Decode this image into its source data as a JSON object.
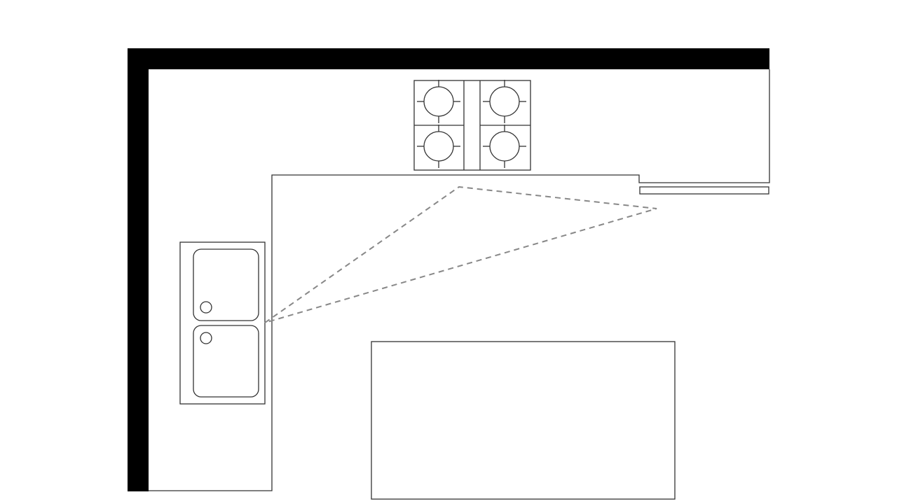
{
  "plan": {
    "colors": {
      "wall": "#000000",
      "line": "#333333",
      "triangle": "#888888",
      "background": "#ffffff"
    },
    "elements": [
      {
        "name": "exterior-wall",
        "kind": "wall"
      },
      {
        "name": "l-shaped-counter",
        "kind": "counter"
      },
      {
        "name": "cooktop",
        "kind": "appliance",
        "burners": 4
      },
      {
        "name": "double-sink",
        "kind": "fixture",
        "basins": 2
      },
      {
        "name": "fridge-outline",
        "kind": "appliance"
      },
      {
        "name": "kitchen-island",
        "kind": "counter"
      },
      {
        "name": "work-triangle",
        "kind": "annotation",
        "style": "dashed"
      }
    ]
  }
}
